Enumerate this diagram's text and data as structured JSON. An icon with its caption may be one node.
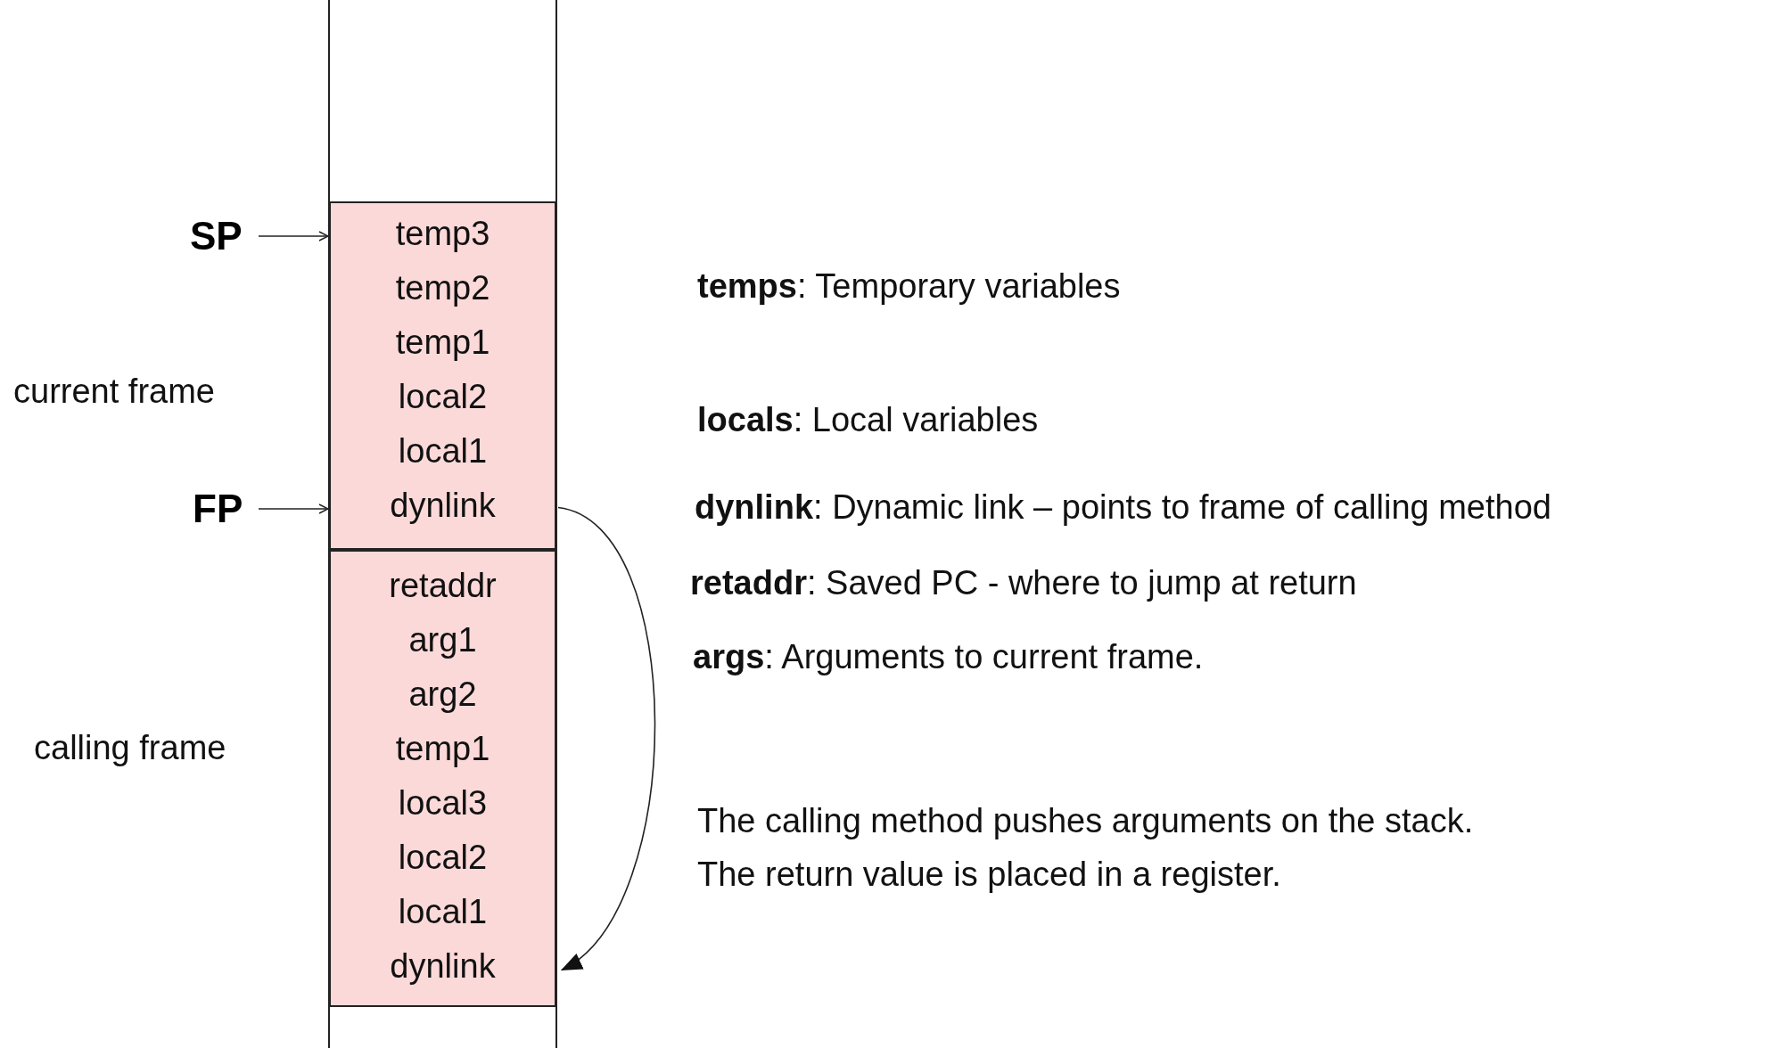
{
  "diagram": {
    "nodes": [
      {
        "text": [],
        "shape": "box",
        "beside": [
          "current frame"
        ]
      },
      {
        "text": [
          "temp3"
        ],
        "in": 0
      },
      {
        "text": [
          "temp2"
        ],
        "in": 0
      },
      {
        "text": [
          "temp1"
        ],
        "in": 0
      },
      {
        "text": [
          "local2"
        ],
        "in": 0
      },
      {
        "text": [
          "local1"
        ],
        "in": 0
      },
      {
        "text": [
          "dynlink"
        ],
        "in": 0
      },
      {
        "text": [],
        "shape": "box",
        "beside": [
          "calling frame"
        ]
      },
      {
        "text": [
          "retaddr"
        ],
        "in": 7
      },
      {
        "text": [
          "arg1"
        ],
        "in": 7
      },
      {
        "text": [
          "arg2"
        ],
        "in": 7
      },
      {
        "text": [
          "temp1"
        ],
        "in": 7
      },
      {
        "text": [
          "local3"
        ],
        "in": 7
      },
      {
        "text": [
          "local2"
        ],
        "in": 7
      },
      {
        "text": [
          "local1"
        ],
        "in": 7
      },
      {
        "text": [
          "dynlink"
        ],
        "in": 7
      },
      {
        "text": [
          "SP"
        ]
      },
      {
        "text": [
          "FP"
        ]
      }
    ],
    "edges": [
      {
        "from": 16,
        "to": 1,
        "arrow": "to"
      },
      {
        "from": 17,
        "to": 6,
        "arrow": "to"
      },
      {
        "from": 6,
        "to": 15,
        "arrow": "to"
      }
    ],
    "labels": [
      "**temps**: Temporary variables",
      "**locals**: Local variables",
      "**dynlink**: Dynamic link – points to frame of calling method",
      "**retaddr**: Saved PC - where to jump at return",
      "**args**: Arguments to current frame.",
      "The calling method pushes arguments on the stack.",
      "The return value is placed in a register."
    ]
  }
}
